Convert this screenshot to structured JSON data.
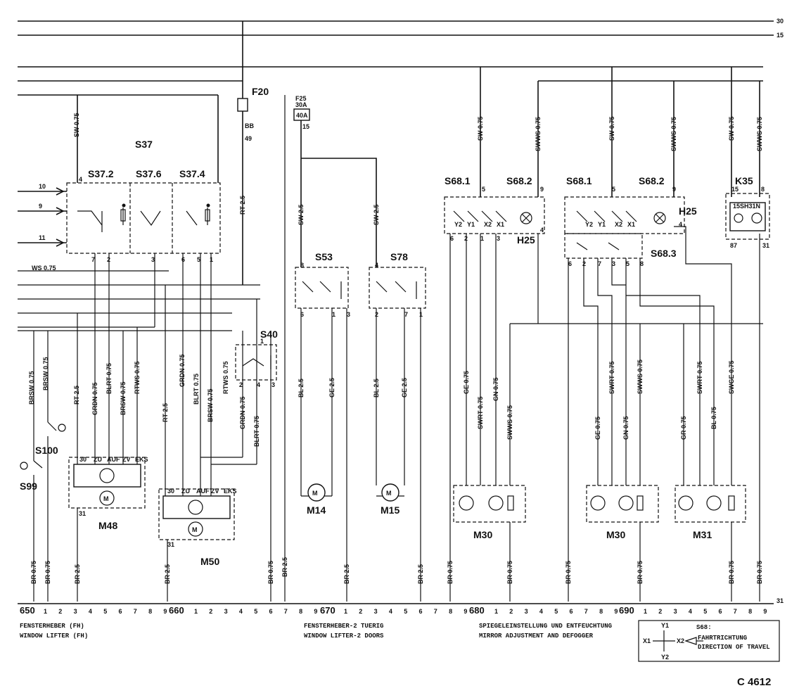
{
  "rails": [
    "30",
    "15",
    "31"
  ],
  "components": {
    "s37": "S37",
    "s37_2": "S37.2",
    "s37_6": "S37.6",
    "s37_4": "S37.4",
    "f20": "F20",
    "f25": "F25",
    "f25_rating": "30A",
    "f25_code": "40A",
    "s53": "S53",
    "s78": "S78",
    "s40": "S40",
    "s100": "S100",
    "s99": "S99",
    "m48": "M48",
    "m50": "M50",
    "m14": "M14",
    "m15": "M15",
    "s68_1a": "S68.1",
    "s68_2a": "S68.2",
    "h25a": "H25",
    "s68_1b": "S68.1",
    "s68_2b": "S68.2",
    "h25b": "H25",
    "s68_3": "S68.3",
    "k35": "K35",
    "k35_inner": "15SH31N",
    "m30a": "M30",
    "m30b": "M30",
    "m31": "M31"
  },
  "left_inputs": [
    "10",
    "9",
    "11"
  ],
  "ws_label": "WS 0.75",
  "wires": {
    "sw075_a": "SW 0.75",
    "rt25_f20": "RT 2.5",
    "sw25_m14": "SW 2.5",
    "sw25_m15": "SW 2.5",
    "sw075_m30a": "SW 0.75",
    "swws075_m30a": "SWWS 0.75",
    "sw075_m30b": "SW 0.75",
    "swws075_m30b": "SWWS 0.75",
    "sw075_k35": "SW 0.75",
    "swws075_k35": "SWWS 0.75",
    "brsw1": "BRSW 0.75",
    "brsw2": "BRSW 0.75",
    "rt25_a": "RT 2.5",
    "grdn1": "GRDN 0.75",
    "blrt1": "BLRT 0.75",
    "brsw3": "BRSW 0.75",
    "rtws1": "RTWS 0.75",
    "rt25_b": "RT 2.5",
    "grdn2": "GRDN 0.75",
    "blrt2": "BLRT 0.75",
    "brsw4": "BRSW 0.75",
    "rtws2": "RTWS 0.75",
    "grdn3": "GRDN 0.75",
    "blrt3": "BLRT 0.75",
    "bl25_a": "BL 2.5",
    "ge25_a": "GE 2.5",
    "bl25_b": "BL 2.5",
    "ge25_b": "GE 2.5",
    "ge075_a": "GE 0.75",
    "swrt075_a": "SWRT 0.75",
    "gn075_a": "GN 0.75",
    "swws075_a": "SWWS 0.75",
    "ge075_b": "GE 0.75",
    "swrt075_b": "SWRT 0.75",
    "gn075_b": "GN 0.75",
    "swws075_b": "SWWS 0.75",
    "gr075_c": "GR 0.75",
    "swrt075_c": "SWRT 0.75",
    "bl075_c": "BL 0.75",
    "swge075_c": "SWGE 0.75"
  },
  "ground_wires": [
    "BR 0.75",
    "BR 0.75",
    "BR 2.5",
    "BR 2.5",
    "BR 0.75",
    "BR 2.5",
    "BR 2.5",
    "BR 2.5",
    "BR 0.75",
    "BR 0.75",
    "BR 0.75",
    "BR 0.75",
    "BR 0.75",
    "BR 0.75"
  ],
  "pins": {
    "s37": [
      "4",
      "7",
      "2",
      "3",
      "6",
      "5",
      "1"
    ],
    "s53": [
      "8",
      "6",
      "1",
      "3"
    ],
    "s78": [
      "4",
      "2",
      "7",
      "1"
    ],
    "s40": [
      "1",
      "2",
      "4",
      "3"
    ],
    "s68a": [
      "5",
      "9",
      "6",
      "2",
      "1",
      "3",
      "4"
    ],
    "s68b": [
      "5",
      "9",
      "6",
      "2",
      "7",
      "3",
      "5",
      "8",
      "4"
    ],
    "k35": [
      "15",
      "8",
      "87",
      "31"
    ],
    "m48": [
      "30",
      "ZU",
      "AUF",
      "ZV",
      "EKS",
      "31"
    ],
    "m50": [
      "30",
      "ZU",
      "AUF",
      "ZV",
      "EKS",
      "31"
    ],
    "f20": [
      "BB",
      "49"
    ],
    "f25_pin": "15",
    "s68_inner": [
      "Y2",
      "Y1",
      "X2",
      "X1"
    ]
  },
  "scale": {
    "sections": [
      "650",
      "660",
      "670",
      "680",
      "690"
    ],
    "digits": [
      "1",
      "2",
      "3",
      "4",
      "5",
      "6",
      "7",
      "8",
      "9"
    ]
  },
  "sections": {
    "s650_de": "FENSTERHEBER (FH)",
    "s650_en": "WINDOW LIFTER (FH)",
    "s670_de": "FENSTERHEBER-2 TUERIG",
    "s670_en": "WINDOW LIFTER-2 DOORS",
    "s680_de": "SPIEGELEINSTELLUNG UND ENTFEUCHTUNG",
    "s680_en": "MIRROR ADJUSTMENT AND DEFOGGER"
  },
  "legend": {
    "y1": "Y1",
    "y2": "Y2",
    "x1": "X1",
    "x2": "X2",
    "title": "S68:",
    "line1": "FAHRTRICHTUNG",
    "line2": "DIRECTION OF TRAVEL"
  },
  "figure_id": "C 4612"
}
